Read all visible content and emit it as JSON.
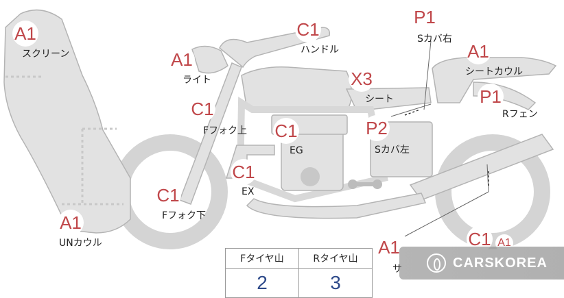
{
  "parts": [
    {
      "id": "screen",
      "grade": "A1",
      "label": "スクリーン"
    },
    {
      "id": "light",
      "grade": "A1",
      "label": "ライト"
    },
    {
      "id": "handle",
      "grade": "C1",
      "label": "ハンドル"
    },
    {
      "id": "side-cover-right",
      "grade": "P1",
      "label": "Sカバ右"
    },
    {
      "id": "seat-cowl",
      "grade": "A1",
      "label": "シートカウル"
    },
    {
      "id": "seat",
      "grade": "X3",
      "label": "シート"
    },
    {
      "id": "rear-fender",
      "grade": "P1",
      "label": "Rフェン"
    },
    {
      "id": "front-fork-upper",
      "grade": "C1",
      "label": "Fフォク上"
    },
    {
      "id": "engine",
      "grade": "C1",
      "label": "EG"
    },
    {
      "id": "side-cover-left",
      "grade": "P2",
      "label": "Sカバ左"
    },
    {
      "id": "exhaust",
      "grade": "C1",
      "label": "EX"
    },
    {
      "id": "front-fork-lower",
      "grade": "C1",
      "label": "Fフォク下"
    },
    {
      "id": "under-cowl",
      "grade": "A1",
      "label": "UNカウル"
    },
    {
      "id": "swingarm",
      "grade": "A1",
      "label": "サ"
    },
    {
      "id": "rear-extra",
      "grade": "C1",
      "label": ""
    },
    {
      "id": "rear-extra-2",
      "grade": "A1",
      "label": ""
    }
  ],
  "tread_table": {
    "headers": [
      "Fタイヤ山",
      "Rタイヤ山"
    ],
    "values": [
      "2",
      "3"
    ]
  },
  "watermark": {
    "text": "CARSKOREA"
  },
  "colors": {
    "grade": "#c0474a",
    "tread_value": "#2e4a8a",
    "bike_fill": "#e2e2e2",
    "bike_stroke": "#b4b4b4"
  }
}
